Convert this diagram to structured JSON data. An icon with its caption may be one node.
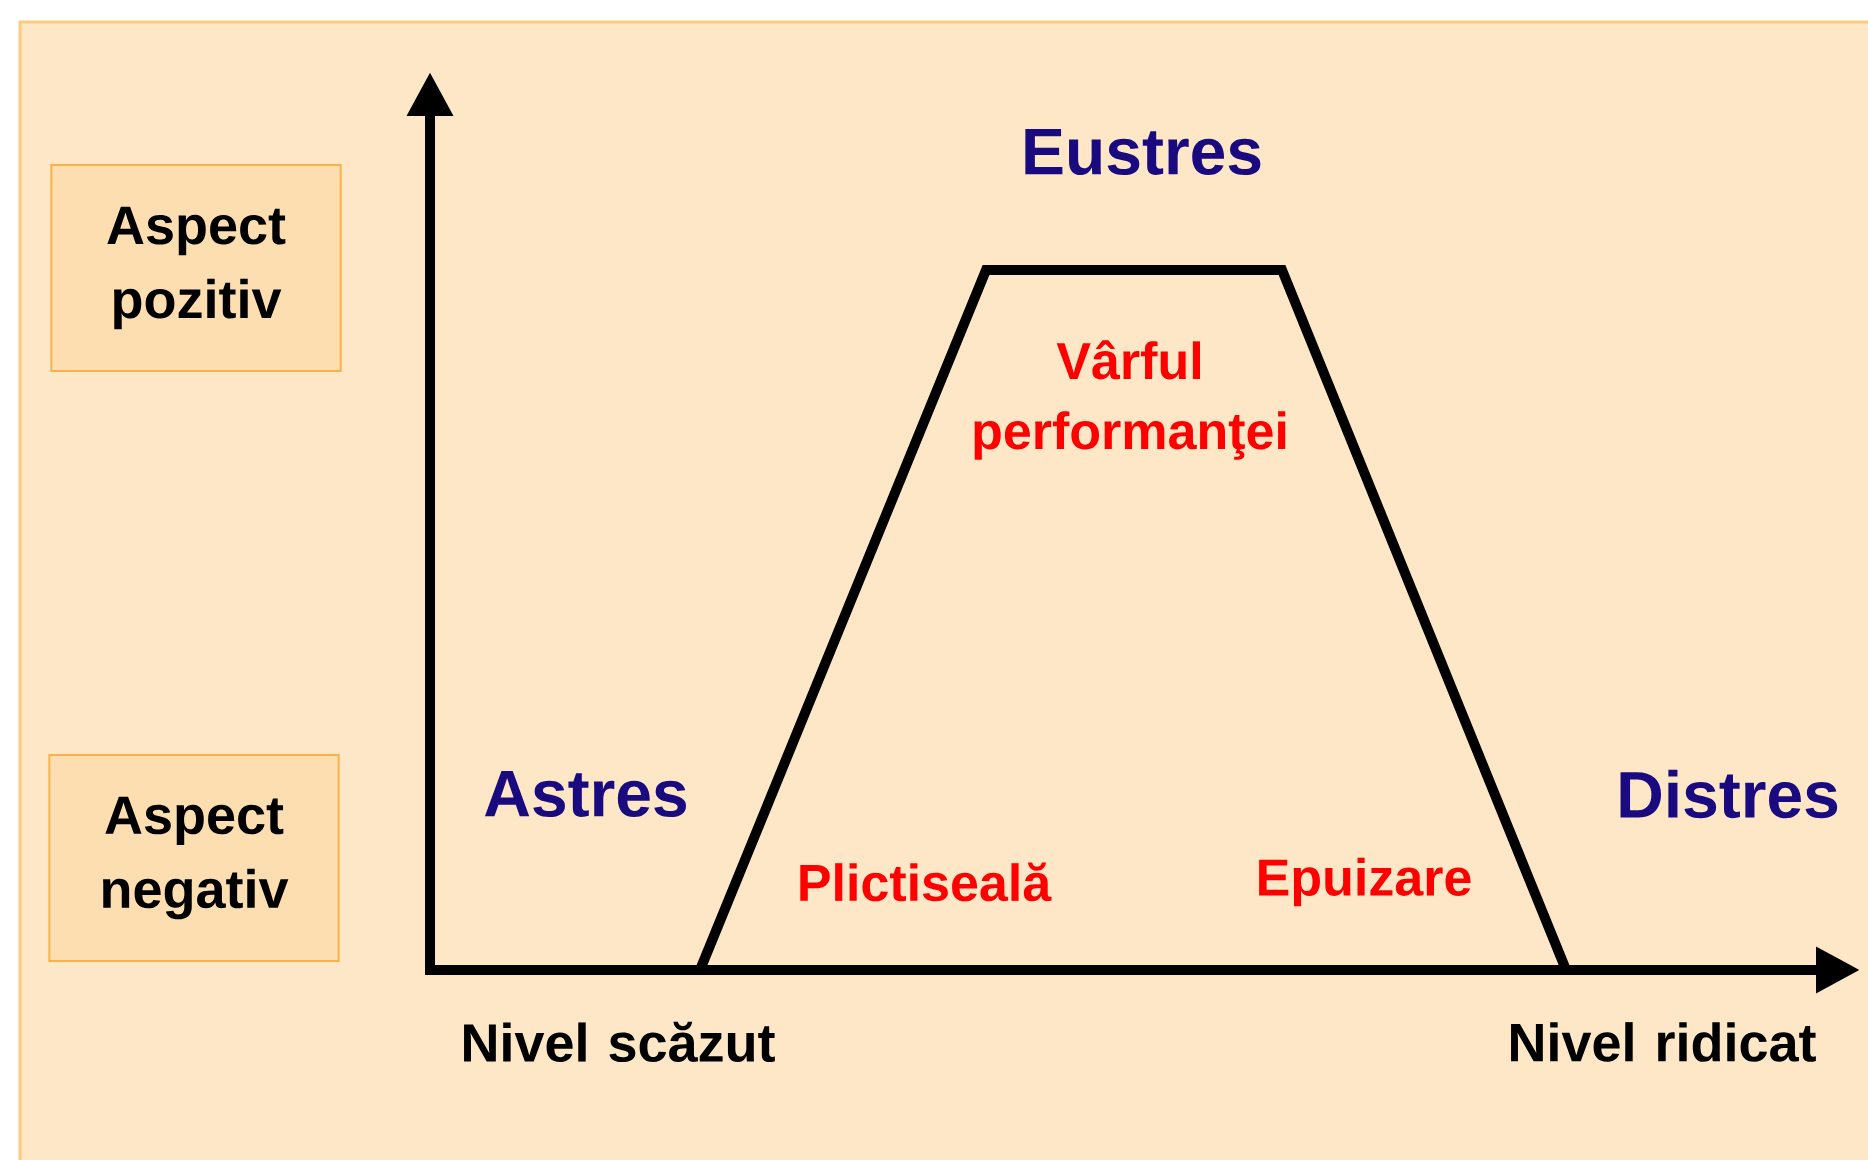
{
  "diagram": {
    "nodes": [
      {
        "text": [
          "Aspect pozitiv"
        ]
      },
      {
        "text": [
          "Aspect negativ"
        ]
      }
    ],
    "labels": [
      "Eustres",
      "Vârful performanţei",
      "Astres",
      "Distres",
      "Plictiseală",
      "Epuizare",
      "Nivel scăzut",
      "Nivel ridicat"
    ]
  }
}
